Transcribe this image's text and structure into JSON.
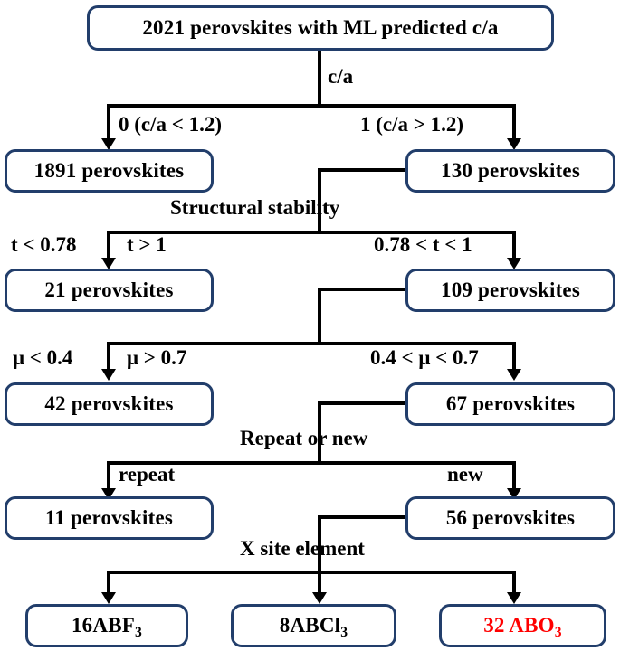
{
  "diagram": {
    "title": "Perovskite screening decision flowchart",
    "accent_border_color": "#223E6B",
    "line_color": "#000000",
    "highlight_color": "#FF0000",
    "nodes": {
      "root": "2021 perovskites with ML predicted c/a",
      "level2_left": "1891 perovskites",
      "level2_right": "130 perovskites",
      "level3_left": "21 perovskites",
      "level3_right": "109 perovskites",
      "level4_left": "42 perovskites",
      "level4_right": "67 perovskites",
      "level5_left": "11 perovskites",
      "level5_right": "56 perovskites",
      "leaf_f": "16ABF",
      "leaf_f_sub": "3",
      "leaf_cl": "8ABCl",
      "leaf_cl_sub": "3",
      "leaf_o": "32 ABO",
      "leaf_o_sub": "3"
    },
    "decisions": {
      "d1": "c/a",
      "d2": "Structural stability",
      "d3": "Repeat or new",
      "d4": "X site element"
    },
    "branch_labels": {
      "ca_left": "0 (c/a < 1.2)",
      "ca_right": "1 (c/a > 1.2)",
      "t_left": "t < 0.78",
      "t_left2": "t > 1",
      "t_right": "0.78 < t < 1",
      "mu_left": "μ < 0.4",
      "mu_left2": "μ > 0.7",
      "mu_right": "0.4 < μ < 0.7",
      "rn_left": "repeat",
      "rn_right": "new"
    }
  }
}
